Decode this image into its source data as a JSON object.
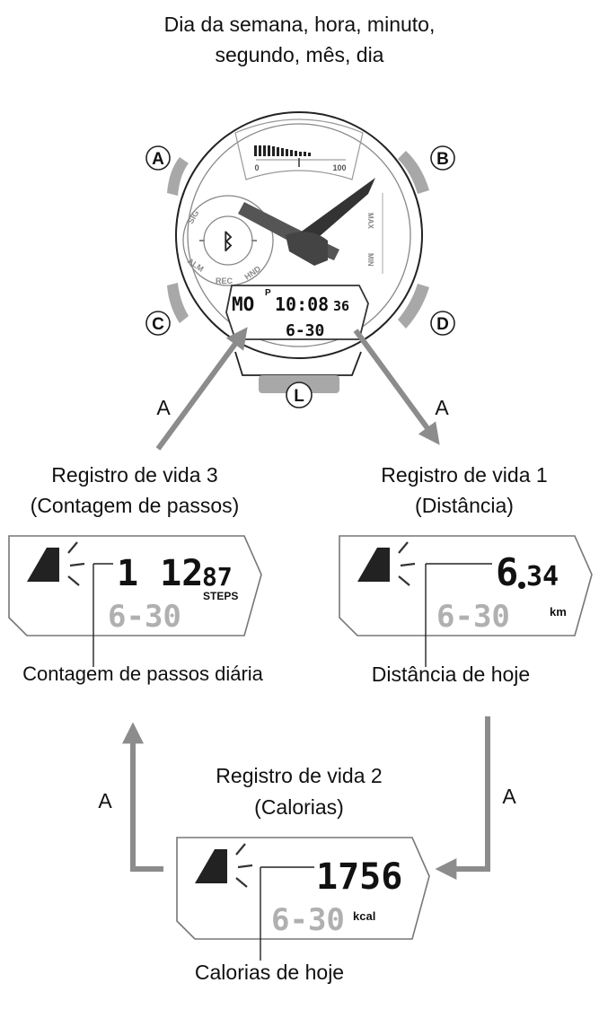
{
  "title_line1": "Dia da semana, hora, minuto,",
  "title_line2": "segundo, mês, dia",
  "watch": {
    "button_a": "A",
    "button_b": "B",
    "button_c": "C",
    "button_d": "D",
    "button_l": "L",
    "scale_min": "0",
    "scale_max": "100",
    "ring_labels": [
      "SIG",
      "ALM",
      "REC",
      "HND"
    ],
    "side_max": "MAX",
    "side_min": "MIN",
    "pm": "P",
    "day": "MO",
    "time": "10:08",
    "seconds": "36",
    "date": "6-30"
  },
  "arrow_label": "A",
  "screen3": {
    "title1": "Registro de vida 3",
    "title2": "(Contagem de passos)",
    "value_big": "1 12",
    "value_small": "87",
    "unit": "STEPS",
    "date": "6-30",
    "caption": "Contagem de passos diária"
  },
  "screen1": {
    "title1": "Registro de vida 1",
    "title2": "(Distância)",
    "value_big": "6",
    "value_small": "34",
    "unit": "km",
    "date": "6-30",
    "caption": "Distância de hoje"
  },
  "screen2": {
    "title1": "Registro de vida 2",
    "title2": "(Calorias)",
    "value_big": "1756",
    "unit": "kcal",
    "date": "6-30",
    "caption": "Calorias de hoje"
  },
  "colors": {
    "arrow": "#8c8c8c",
    "button": "#a8a8a8",
    "lcd_dim": "#b0b0b0"
  }
}
